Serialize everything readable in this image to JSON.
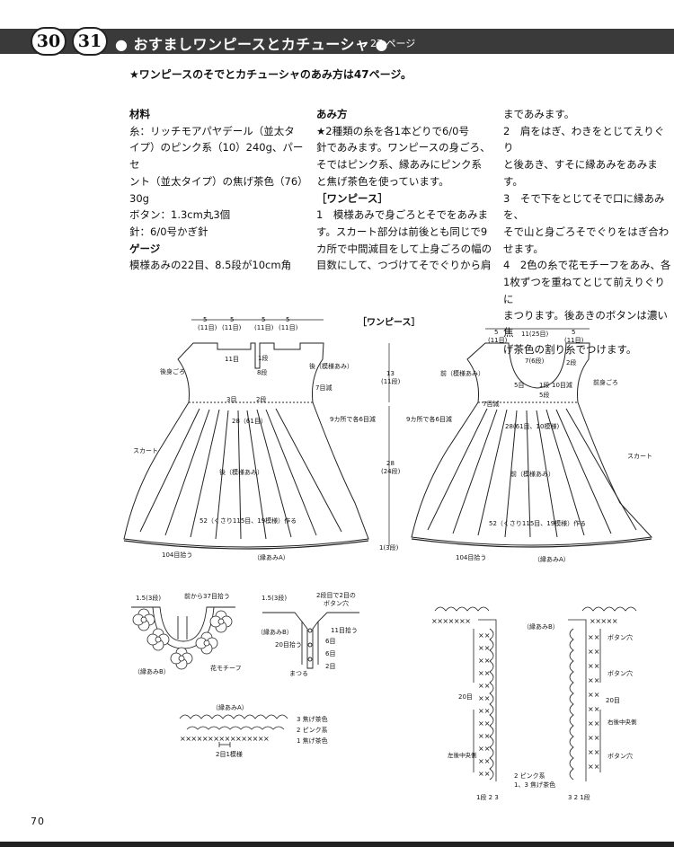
{
  "header": {
    "num1": "30",
    "num2": "31",
    "title": "● おすましワンピースとカチューシャ ●",
    "ref": "27 ページ"
  },
  "intro": "★ワンピースのそでとカチューシャのあみ方は47ページ。",
  "materials": {
    "heading": "材料",
    "lines": [
      "糸：リッチモアパヤデール（並太タ",
      "イプ）のピンク系（10）240g、パーセ",
      "ント（並太タイプ）の焦げ茶色（76）",
      "30g",
      "ボタン：1.3cm丸3個",
      "針：6/0号かぎ針"
    ],
    "gauge_heading": "ゲージ",
    "gauge": "模様あみの22目、8.5段が10cm角"
  },
  "method": {
    "heading": "あみ方",
    "col2_lines": [
      "★2種類の糸を各1本どりで6/0号",
      "針であみます。ワンピースの身ごろ、",
      "そではピンク系、縁あみにピンク系",
      "と焦げ茶色を使っています。",
      "［ワンピース］",
      "1　模様あみで身ごろとそでをあみま",
      "す。スカート部分は前後とも同じで9",
      "カ所で中間減目をして上身ごろの幅の",
      "目数にして、つづけてそでぐりから肩"
    ],
    "col3_lines": [
      "まであみます。",
      "2　肩をはぎ、わきをとじてえりぐり",
      "と後あき、すそに縁あみをあみます。",
      "3　そで下をとじてそで口に縁あみを、",
      "そで山と身ごろそでぐりをはぎ合わ",
      "せます。",
      "4　2色の糸で花モチーフをあみ、各",
      "1枚ずつを重ねてとじて前えりぐりに",
      "まつります。後あきのボタンは濃い焦",
      "げ茶色の割り糸でつけます。"
    ]
  },
  "diagram": {
    "title": "［ワンピース］",
    "back": {
      "top_dims": [
        "5",
        "5",
        "5",
        "5"
      ],
      "top_sub": [
        "(11目)",
        "(11目)",
        "(11目)",
        "(11目)"
      ],
      "neck_11": "11目",
      "neck_1dan": "1段",
      "yoke_label": "後身ごろ",
      "opening_8": "8段",
      "pattern_label": "後（模様あみ）",
      "dec7": "7目減",
      "s3": "3目",
      "s2": "2段",
      "width28": "28（61目）",
      "dec9": "9カ所で各6目減",
      "skirt": "スカート",
      "body_pattern": "後（模様あみ）",
      "hem": "52（くさり115目、19模様）作る",
      "pickup": "104目拾う",
      "edge": "（縁あみA）"
    },
    "vertical": {
      "h13": "13",
      "h13sub": "(11段)",
      "h28": "28",
      "h28sub": "(24段)",
      "h1": "1(3段)"
    },
    "front": {
      "top_dims": [
        "5",
        "11(25目)",
        "5"
      ],
      "top_sub": [
        "(11目)",
        "(11目)"
      ],
      "pattern_label": "前（模様あみ）",
      "r7": "7(6段)",
      "r2": "2段",
      "yoke_label": "前身ごろ",
      "s5a": "5目",
      "r1": "1段",
      "dec10": "10目減",
      "s5b": "5段",
      "dec7": "7目減",
      "dec9": "9カ所で各6目減",
      "width28": "28(61目、10模様)",
      "skirt": "スカート",
      "body_pattern": "前（模様あみ）",
      "hem": "52（くさり115目、19模様）作る",
      "pickup": "104目拾う",
      "edge": "（縁あみA）"
    },
    "collar": {
      "l15": "1.5(3段)",
      "pick37": "前から37目拾う",
      "edgeB": "（縁あみB）",
      "motif": "花モチーフ"
    },
    "placket": {
      "l15": "1.5(3段)",
      "hole": "2段目で2目の",
      "hole2": "ボタン穴",
      "edgeB": "（縁あみB）",
      "r11": "11目拾う",
      "r20": "20目拾う",
      "r6a": "6目",
      "r6b": "6目",
      "r2": "2目",
      "sew": "まつる"
    },
    "edgingA": {
      "title": "（縁あみA）",
      "rows": [
        "3 焦げ茶色",
        "2 ピンク系",
        "1 焦げ茶色"
      ],
      "repeat": "2目1模様"
    },
    "edgingB": {
      "title": "（縁あみB）",
      "count20a": "20目",
      "center_left": "左後中央側",
      "rows_left": "1段 2 3",
      "colors1": "2 ピンク系",
      "colors2": "1、3 焦げ茶色",
      "btn1": "ボタン穴",
      "btn2": "ボタン穴",
      "btn3": "ボタン穴",
      "count20b": "20目",
      "center_right": "右後中央側",
      "rows_right": "3 2 1段"
    }
  },
  "page_number": "70"
}
